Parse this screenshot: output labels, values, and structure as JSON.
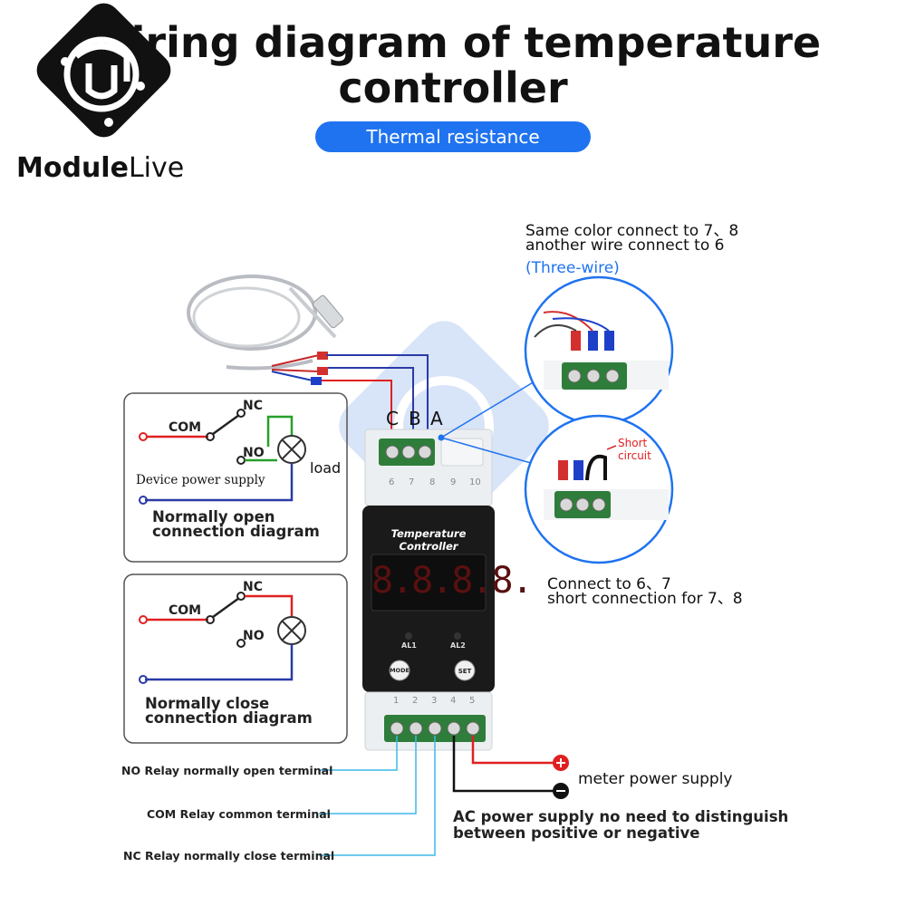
{
  "header": {
    "title_line1": "Wiring diagram of temperature",
    "title_line2": "controller",
    "pill": "Thermal resistance"
  },
  "brand": {
    "bold": "Module",
    "light": "Live"
  },
  "sensor_labels": {
    "c": "C",
    "b": "B",
    "a": "A"
  },
  "terminals_top": [
    "6",
    "7",
    "8",
    "9",
    "10"
  ],
  "terminals_bottom": [
    "1",
    "2",
    "3",
    "4",
    "5"
  ],
  "device": {
    "name": "Temperature Controller",
    "display": "8.8.8.8.",
    "al1": "AL1",
    "al2": "AL2",
    "mode": "MODE",
    "set": "SET"
  },
  "no_panel": {
    "nc": "NC",
    "com": "COM",
    "no": "NO",
    "load": "load",
    "power": "Device power supply",
    "caption_line1": "Normally open",
    "caption_line2": "connection diagram"
  },
  "nc_panel": {
    "nc": "NC",
    "com": "COM",
    "no": "NO",
    "caption_line1": "Normally close",
    "caption_line2": "connection diagram"
  },
  "three_wire": {
    "line1": "Same color connect to 7、8",
    "line2": "another wire connect to 6",
    "line3": "(Three-wire)"
  },
  "two_wire": {
    "short_line1": "Short",
    "short_line2": "circuit",
    "line1": "Connect to 6、7",
    "line2": "short connection for 7、8"
  },
  "legend": {
    "no": "NO  Relay normally open terminal",
    "com": "COM  Relay common terminal",
    "nc": "NC Relay normally close terminal"
  },
  "power": {
    "meter": "meter power supply",
    "ac_line1": "AC power supply no need to distinguish",
    "ac_line2": "between positive or negative"
  },
  "colors": {
    "accent": "#1f73f0",
    "red_wire": "#e02020",
    "blue_wire": "#2a3aa8",
    "green_wire": "#27a02a",
    "cyan_line": "#3fb8e8",
    "device_black": "#1a1a1a",
    "terminal_green": "#2e7d3a"
  }
}
